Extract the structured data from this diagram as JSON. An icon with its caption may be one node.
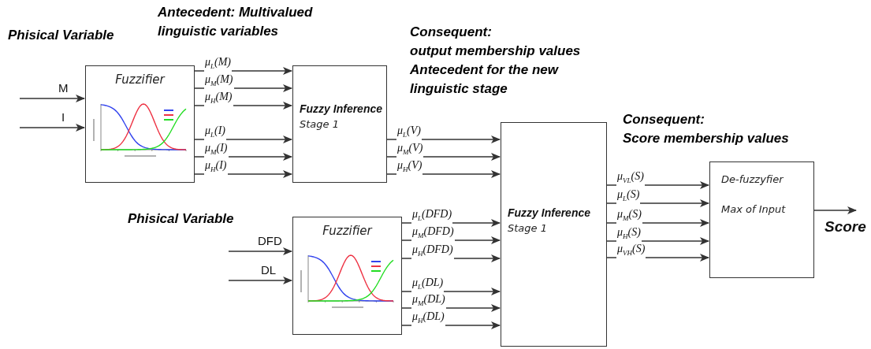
{
  "diagram": {
    "nodes": [
      {
        "text": [
          "Fuzzifier"
        ]
      },
      {
        "text": [
          "Fuzzy Inference",
          "Stage 1"
        ]
      },
      {
        "text": [
          "Fuzzifier"
        ]
      },
      {
        "text": [
          "Fuzzy Inference",
          "Stage 1"
        ]
      },
      {
        "text": [
          "De-fuzzyfier",
          "Max of Input"
        ]
      }
    ],
    "edges": [
      {
        "from": null,
        "to": 0,
        "arrow": "to",
        "label": "M"
      },
      {
        "from": null,
        "to": 0,
        "arrow": "to",
        "label": "I"
      },
      {
        "from": 0,
        "to": 1,
        "arrow": "to",
        "label": "μ$_{L}$(M)"
      },
      {
        "from": 0,
        "to": 1,
        "arrow": "to",
        "label": "μ$_{M}$(M)"
      },
      {
        "from": 0,
        "to": 1,
        "arrow": "to",
        "label": "μ$_{H}$(M)"
      },
      {
        "from": 0,
        "to": 1,
        "arrow": "to",
        "label": "μ$_{L}$(I)"
      },
      {
        "from": 0,
        "to": 1,
        "arrow": "to",
        "label": "μ$_{M}$(I)"
      },
      {
        "from": 0,
        "to": 1,
        "arrow": "to",
        "label": "μ$_{H}$(I)"
      },
      {
        "from": 1,
        "to": 3,
        "arrow": "to",
        "label": "μ$_{L}$(V)"
      },
      {
        "from": 1,
        "to": 3,
        "arrow": "to",
        "label": "μ$_{M}$(V)"
      },
      {
        "from": 1,
        "to": 3,
        "arrow": "to",
        "label": "μ$_{H}$(V)"
      },
      {
        "from": null,
        "to": 2,
        "arrow": "to",
        "label": "DFD"
      },
      {
        "from": null,
        "to": 2,
        "arrow": "to",
        "label": "DL"
      },
      {
        "from": 2,
        "to": 3,
        "arrow": "to",
        "label": "μ$_{L}$(DFD)"
      },
      {
        "from": 2,
        "to": 3,
        "arrow": "to",
        "label": "μ$_{M}$(DFD)"
      },
      {
        "from": 2,
        "to": 3,
        "arrow": "to",
        "label": "μ$_{H}$(DFD)"
      },
      {
        "from": 2,
        "to": 3,
        "arrow": "to",
        "label": "μ$_{L}$(DL)"
      },
      {
        "from": 2,
        "to": 3,
        "arrow": "to",
        "label": "μ$_{M}$(DL)"
      },
      {
        "from": 2,
        "to": 3,
        "arrow": "to",
        "label": "μ$_{H}$(DL)"
      },
      {
        "from": 3,
        "to": 4,
        "arrow": "to",
        "label": "μ$_{VL}$(S)"
      },
      {
        "from": 3,
        "to": 4,
        "arrow": "to",
        "label": "μ$_{L}$(S)"
      },
      {
        "from": 3,
        "to": 4,
        "arrow": "to",
        "label": "μ$_{M}$(S)"
      },
      {
        "from": 3,
        "to": 4,
        "arrow": "to",
        "label": "μ$_{H}$(S)"
      },
      {
        "from": 3,
        "to": 4,
        "arrow": "to",
        "label": "μ$_{VH}$(S)"
      },
      {
        "from": 4,
        "to": null,
        "arrow": "to",
        "label": "Score"
      }
    ],
    "labels": [
      "Antecedent: Multivalued linguistic variables",
      "Phisical Variable",
      "Consequent:",
      "output membership values Antecedent for the new linguistic stage",
      "Consequent:",
      "Score membership values",
      "Phisical Variable"
    ]
  }
}
